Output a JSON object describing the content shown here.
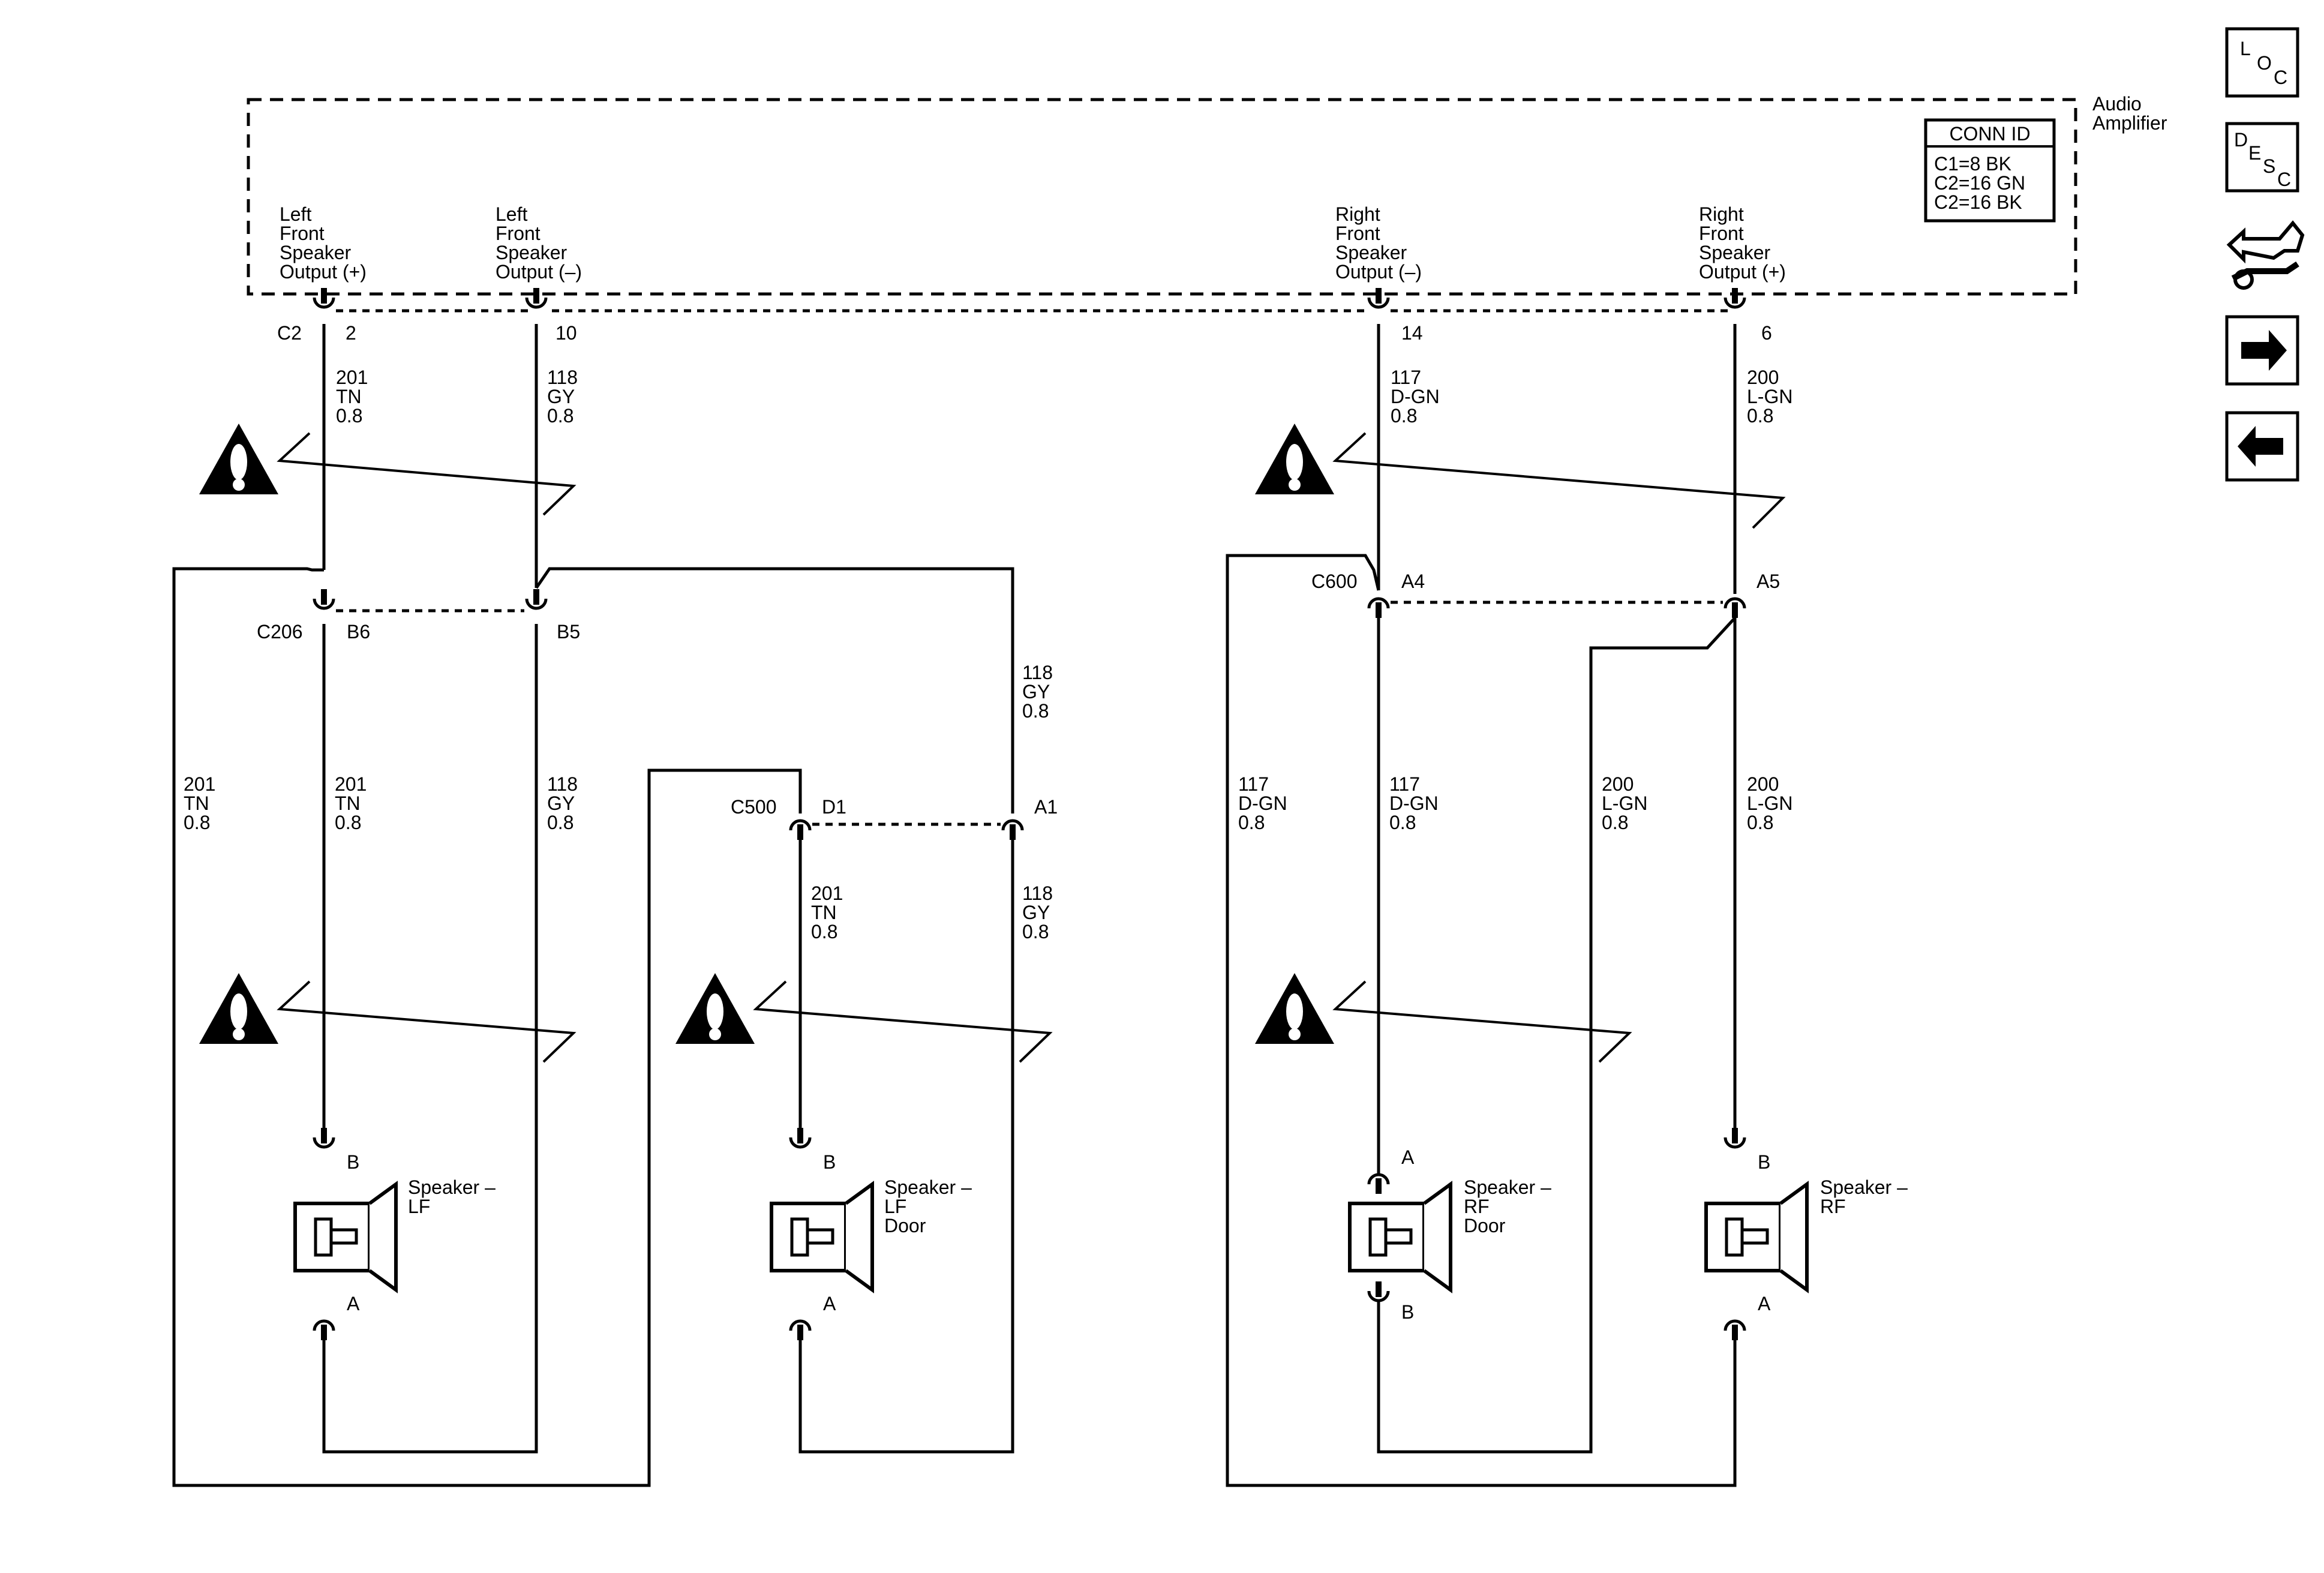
{
  "amplifier": {
    "name_lines": [
      "Audio",
      "Amplifier"
    ],
    "conn_id": {
      "title": "CONN ID",
      "rows": [
        "C1=8 BK",
        "C2=16 GN",
        "C2=16 BK"
      ]
    },
    "outputs": [
      {
        "lines": [
          "Left",
          "Front",
          "Speaker",
          "Output (+)"
        ],
        "pin": "2"
      },
      {
        "lines": [
          "Left",
          "Front",
          "Speaker",
          "Output (–)"
        ],
        "pin": "10"
      },
      {
        "lines": [
          "Right",
          "Front",
          "Speaker",
          "Output (–)"
        ],
        "pin": "14"
      },
      {
        "lines": [
          "Right",
          "Front",
          "Speaker",
          "Output (+)"
        ],
        "pin": "6"
      }
    ],
    "connector": "C2"
  },
  "wires": {
    "w201_top": [
      "201",
      "TN",
      "0.8"
    ],
    "w118_top": [
      "118",
      "GY",
      "0.8"
    ],
    "w117_top": [
      "117",
      "D-GN",
      "0.8"
    ],
    "w200_top": [
      "200",
      "L-GN",
      "0.8"
    ],
    "w118_mid": [
      "118",
      "GY",
      "0.8"
    ],
    "w201_left": [
      "201",
      "TN",
      "0.8"
    ],
    "w201_mid": [
      "201",
      "TN",
      "0.8"
    ],
    "w118_lower": [
      "118",
      "GY",
      "0.8"
    ],
    "w201_door": [
      "201",
      "TN",
      "0.8"
    ],
    "w118_door": [
      "118",
      "GY",
      "0.8"
    ],
    "w117_left": [
      "117",
      "D-GN",
      "0.8"
    ],
    "w117_mid": [
      "117",
      "D-GN",
      "0.8"
    ],
    "w200_mid": [
      "200",
      "L-GN",
      "0.8"
    ],
    "w200_right": [
      "200",
      "L-GN",
      "0.8"
    ]
  },
  "connectors": {
    "c206": {
      "name": "C206",
      "pin_a": "B6",
      "pin_b": "B5"
    },
    "c600": {
      "name": "C600",
      "pin_a": "A4",
      "pin_b": "A5"
    },
    "c500": {
      "name": "C500",
      "pin_a": "D1",
      "pin_b": "A1"
    }
  },
  "speakers": {
    "lf": {
      "lines": [
        "Speaker –",
        "LF"
      ],
      "top_pin": "B",
      "bottom_pin": "A"
    },
    "lf_door": {
      "lines": [
        "Speaker –",
        "LF",
        "Door"
      ],
      "top_pin": "B",
      "bottom_pin": "A"
    },
    "rf_door": {
      "lines": [
        "Speaker –",
        "RF",
        "Door"
      ],
      "top_pin": "A",
      "bottom_pin": "B"
    },
    "rf": {
      "lines": [
        "Speaker –",
        "RF"
      ],
      "top_pin": "B",
      "bottom_pin": "A"
    }
  },
  "nav": {
    "loc": [
      "L",
      "O",
      "C"
    ],
    "desc": [
      "D",
      "E",
      "S",
      "C"
    ],
    "icons": [
      "loc-icon",
      "desc-icon",
      "connector-end-view-icon",
      "next-page-arrow-icon",
      "previous-page-arrow-icon"
    ]
  }
}
